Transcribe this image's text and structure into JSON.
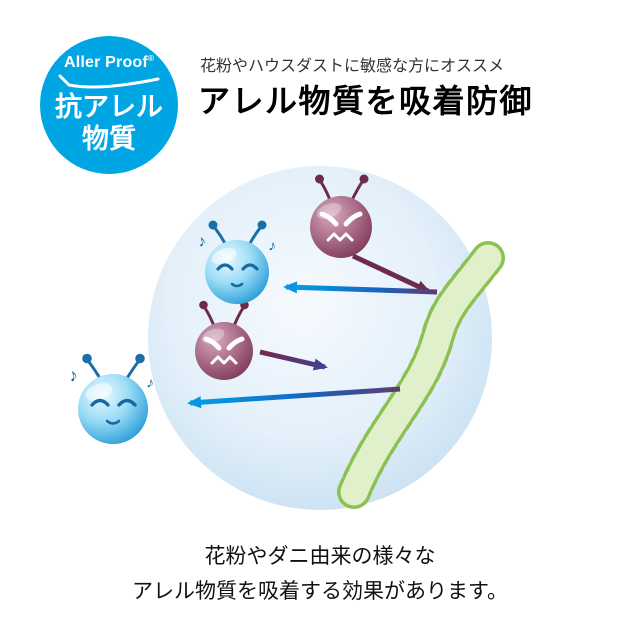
{
  "badge": {
    "brand": "Aller Proof",
    "registered_mark": "®",
    "label_line1": "抗アレル",
    "label_line2": "物質"
  },
  "header": {
    "subtitle": "花粉やハウスダストに敏感な方にオススメ",
    "title": "アレル物質を吸着防御"
  },
  "illustration": {
    "music_note": "♪",
    "colors": {
      "badge_blue": "#00A5E3",
      "circle_outer": "#C8E0F2",
      "fiber_fill": "#DFF0CA",
      "fiber_edge": "#8CC152",
      "allergen_active": "#8C4A68",
      "allergen_calm": "#2FA8DE",
      "arrow_dark": "#6E2A4E",
      "arrow_blue": "#0795E2"
    }
  },
  "caption": {
    "line1": "花粉やダニ由来の様々な",
    "line2": "アレル物質を吸着する効果があります。"
  }
}
